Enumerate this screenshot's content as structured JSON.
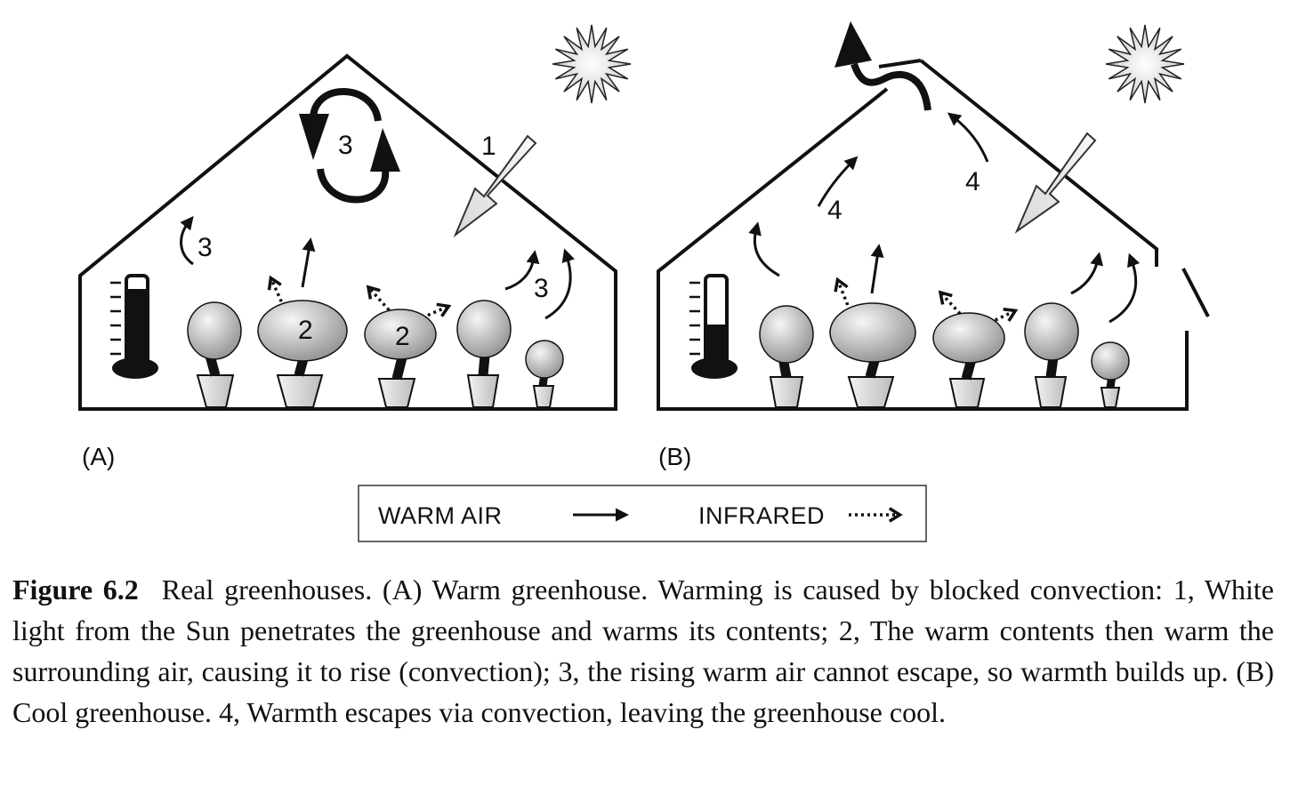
{
  "panels": {
    "a": {
      "label": "(A)",
      "num_convection": "3",
      "num_light": "1",
      "num_plant": "2"
    },
    "b": {
      "label": "(B)",
      "num_escape": "4"
    }
  },
  "legend": {
    "warm_air": "WARM AIR",
    "infrared": "INFRARED"
  },
  "caption": {
    "figure_label": "Figure 6.2",
    "text": "Real greenhouses. (A) Warm greenhouse. Warming is caused by blocked convection: 1, White light from the Sun penetrates the greenhouse and warms its contents; 2, The warm contents then warm the surrounding air, causing it to rise (convection); 3, the rising warm air cannot escape, so warmth builds up. (B) Cool greenhouse. 4, Warmth escapes via convection, leaving the greenhouse cool."
  },
  "thermometer_fill": {
    "a": 0.85,
    "b": 0.45
  },
  "colors": {
    "ink": "#111111",
    "plant_light": "#f4f4f4",
    "plant_dark": "#9a9a9a",
    "sunlight": "#e9e9e9"
  }
}
